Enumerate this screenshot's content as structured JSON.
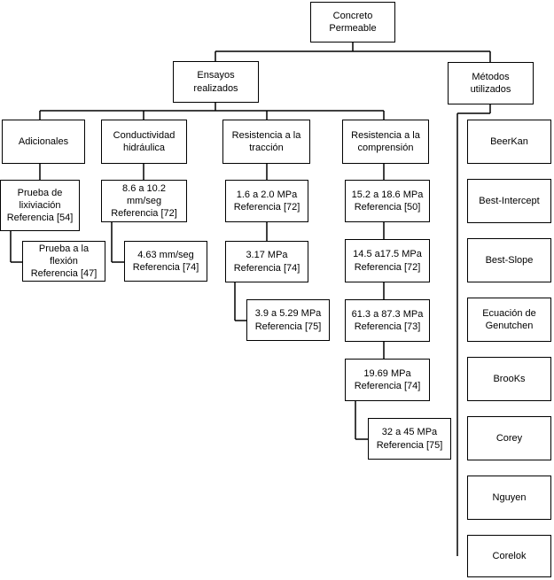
{
  "root": "Concreto\nPermeable",
  "branches": {
    "ensayos": "Ensayos realizados",
    "metodos": "Métodos\nutilizados"
  },
  "categories": {
    "adicionales": "Adicionales",
    "conductividad": "Conductividad\nhidráulica",
    "traccion": "Resistencia a la\ntracción",
    "compresion": "Resistencia a la\ncomprensión"
  },
  "adicionales": [
    "Prueba de\nlixiviación\nReferencia [54]",
    "Prueba a la flexión\nReferencia [47]"
  ],
  "conductividad": [
    "8.6 a 10.2 mm/seg\nReferencia [72]",
    "4.63 mm/seg\nReferencia [74]"
  ],
  "traccion": [
    "1.6 a 2.0 MPa\nReferencia [72]",
    "3.17 MPa\nReferencia [74]",
    "3.9 a 5.29 MPa\nReferencia [75]"
  ],
  "compresion": [
    "15.2 a 18.6 MPa\nReferencia [50]",
    "14.5 a17.5 MPa\nReferencia [72]",
    "61.3 a 87.3 MPa\nReferencia  [73]",
    "19.69 MPa\nReferencia [74]",
    "32 a 45 MPa\nReferencia  [75]"
  ],
  "metodos": [
    "BeerKan",
    "Best-Intercept",
    "Best-Slope",
    "Ecuación de\nGenutchen",
    "BrooKs",
    "Corey",
    "Nguyen",
    "Corelok"
  ]
}
